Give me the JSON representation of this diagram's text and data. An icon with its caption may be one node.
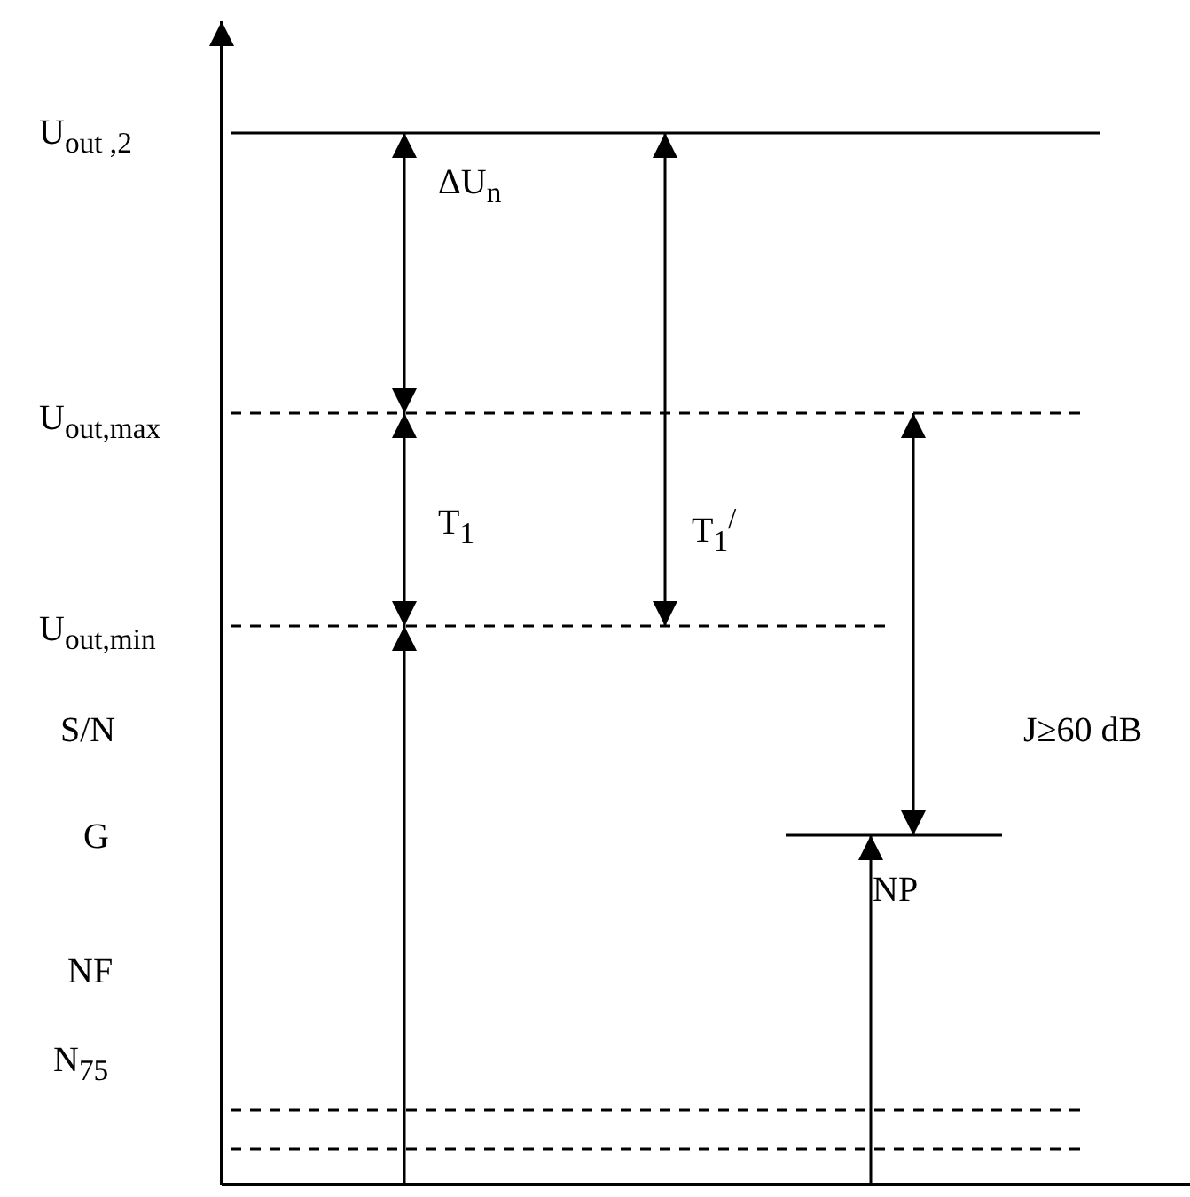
{
  "diagram": {
    "labels": [
      "U$_{out ,2}$",
      "ΔU$_{n}$",
      "U$_{out,max}$",
      "T$_{1}$",
      "T$_{1}$$^{/}$",
      "U$_{out,min}$",
      "J≥60 dB",
      "S/N",
      "G",
      "NP",
      "NF",
      "N$_{75}$"
    ]
  }
}
